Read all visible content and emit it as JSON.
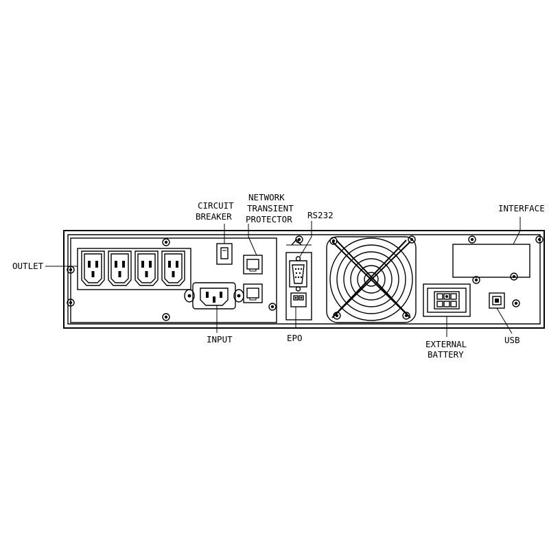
{
  "labels": {
    "circuit_breaker": [
      "CIRCUIT",
      "BREAKER"
    ],
    "network": [
      "NETWORK",
      "TRANSIENT",
      "PROTECTOR"
    ],
    "rs232": "RS232",
    "interface": "INTERFACE",
    "outlet": "OUTLET",
    "input": "INPUT",
    "epo": "EPO",
    "external_battery": [
      "EXTERNAL",
      "BATTERY"
    ],
    "usb": "USB"
  },
  "counts": {
    "outlets": 4,
    "network_ports": 2
  }
}
